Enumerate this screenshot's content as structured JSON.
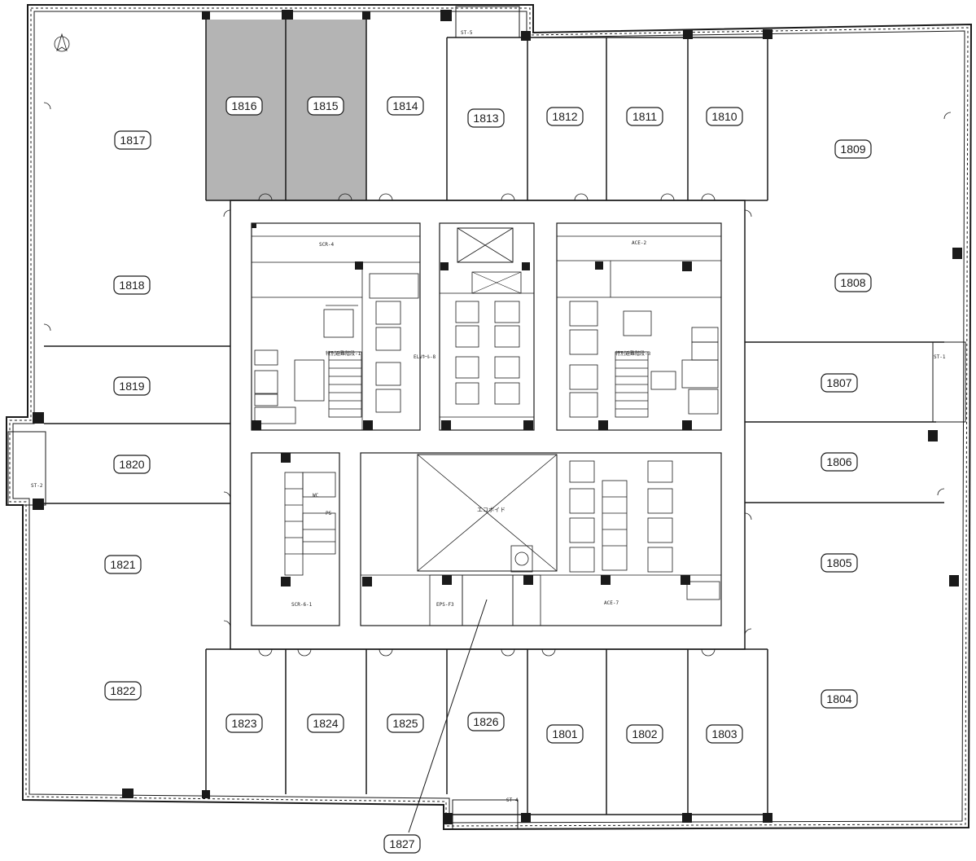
{
  "floor_plan": {
    "rooms_north": [
      {
        "label": "1817",
        "highlight": false
      },
      {
        "label": "1816",
        "highlight": true
      },
      {
        "label": "1815",
        "highlight": true
      },
      {
        "label": "1814",
        "highlight": false
      },
      {
        "label": "1813",
        "highlight": false
      },
      {
        "label": "1812",
        "highlight": false
      },
      {
        "label": "1811",
        "highlight": false
      },
      {
        "label": "1810",
        "highlight": false
      },
      {
        "label": "1809",
        "highlight": false
      }
    ],
    "rooms_west": [
      "1818",
      "1819",
      "1820",
      "1821",
      "1822"
    ],
    "rooms_east": [
      "1808",
      "1807",
      "1806",
      "1805",
      "1804"
    ],
    "rooms_south": [
      "1823",
      "1824",
      "1825",
      "1826",
      "1801",
      "1802",
      "1803"
    ],
    "callout_room": "1827",
    "core_labels": {
      "void": "エコボイド",
      "pipe_space": "EPS-F3",
      "storage_1": "SCR-4",
      "storage_2": "ACE-2",
      "storage_3": "SCR-6-1",
      "storage_4": "ACE-7",
      "elevator_hall": "ELVﾎｰﾙ-8",
      "stair_1": "特別避難階段-1",
      "stair_2": "特別避難階段-3",
      "ps_label": "PS",
      "wc_label": "WC"
    },
    "stair_labels": [
      "ST-5",
      "ST-4",
      "ST-1",
      "ST-2"
    ],
    "colors": {
      "line": "#1a1a1a",
      "highlight": "#b4b4b4",
      "label_bg": "#ffffff"
    }
  }
}
